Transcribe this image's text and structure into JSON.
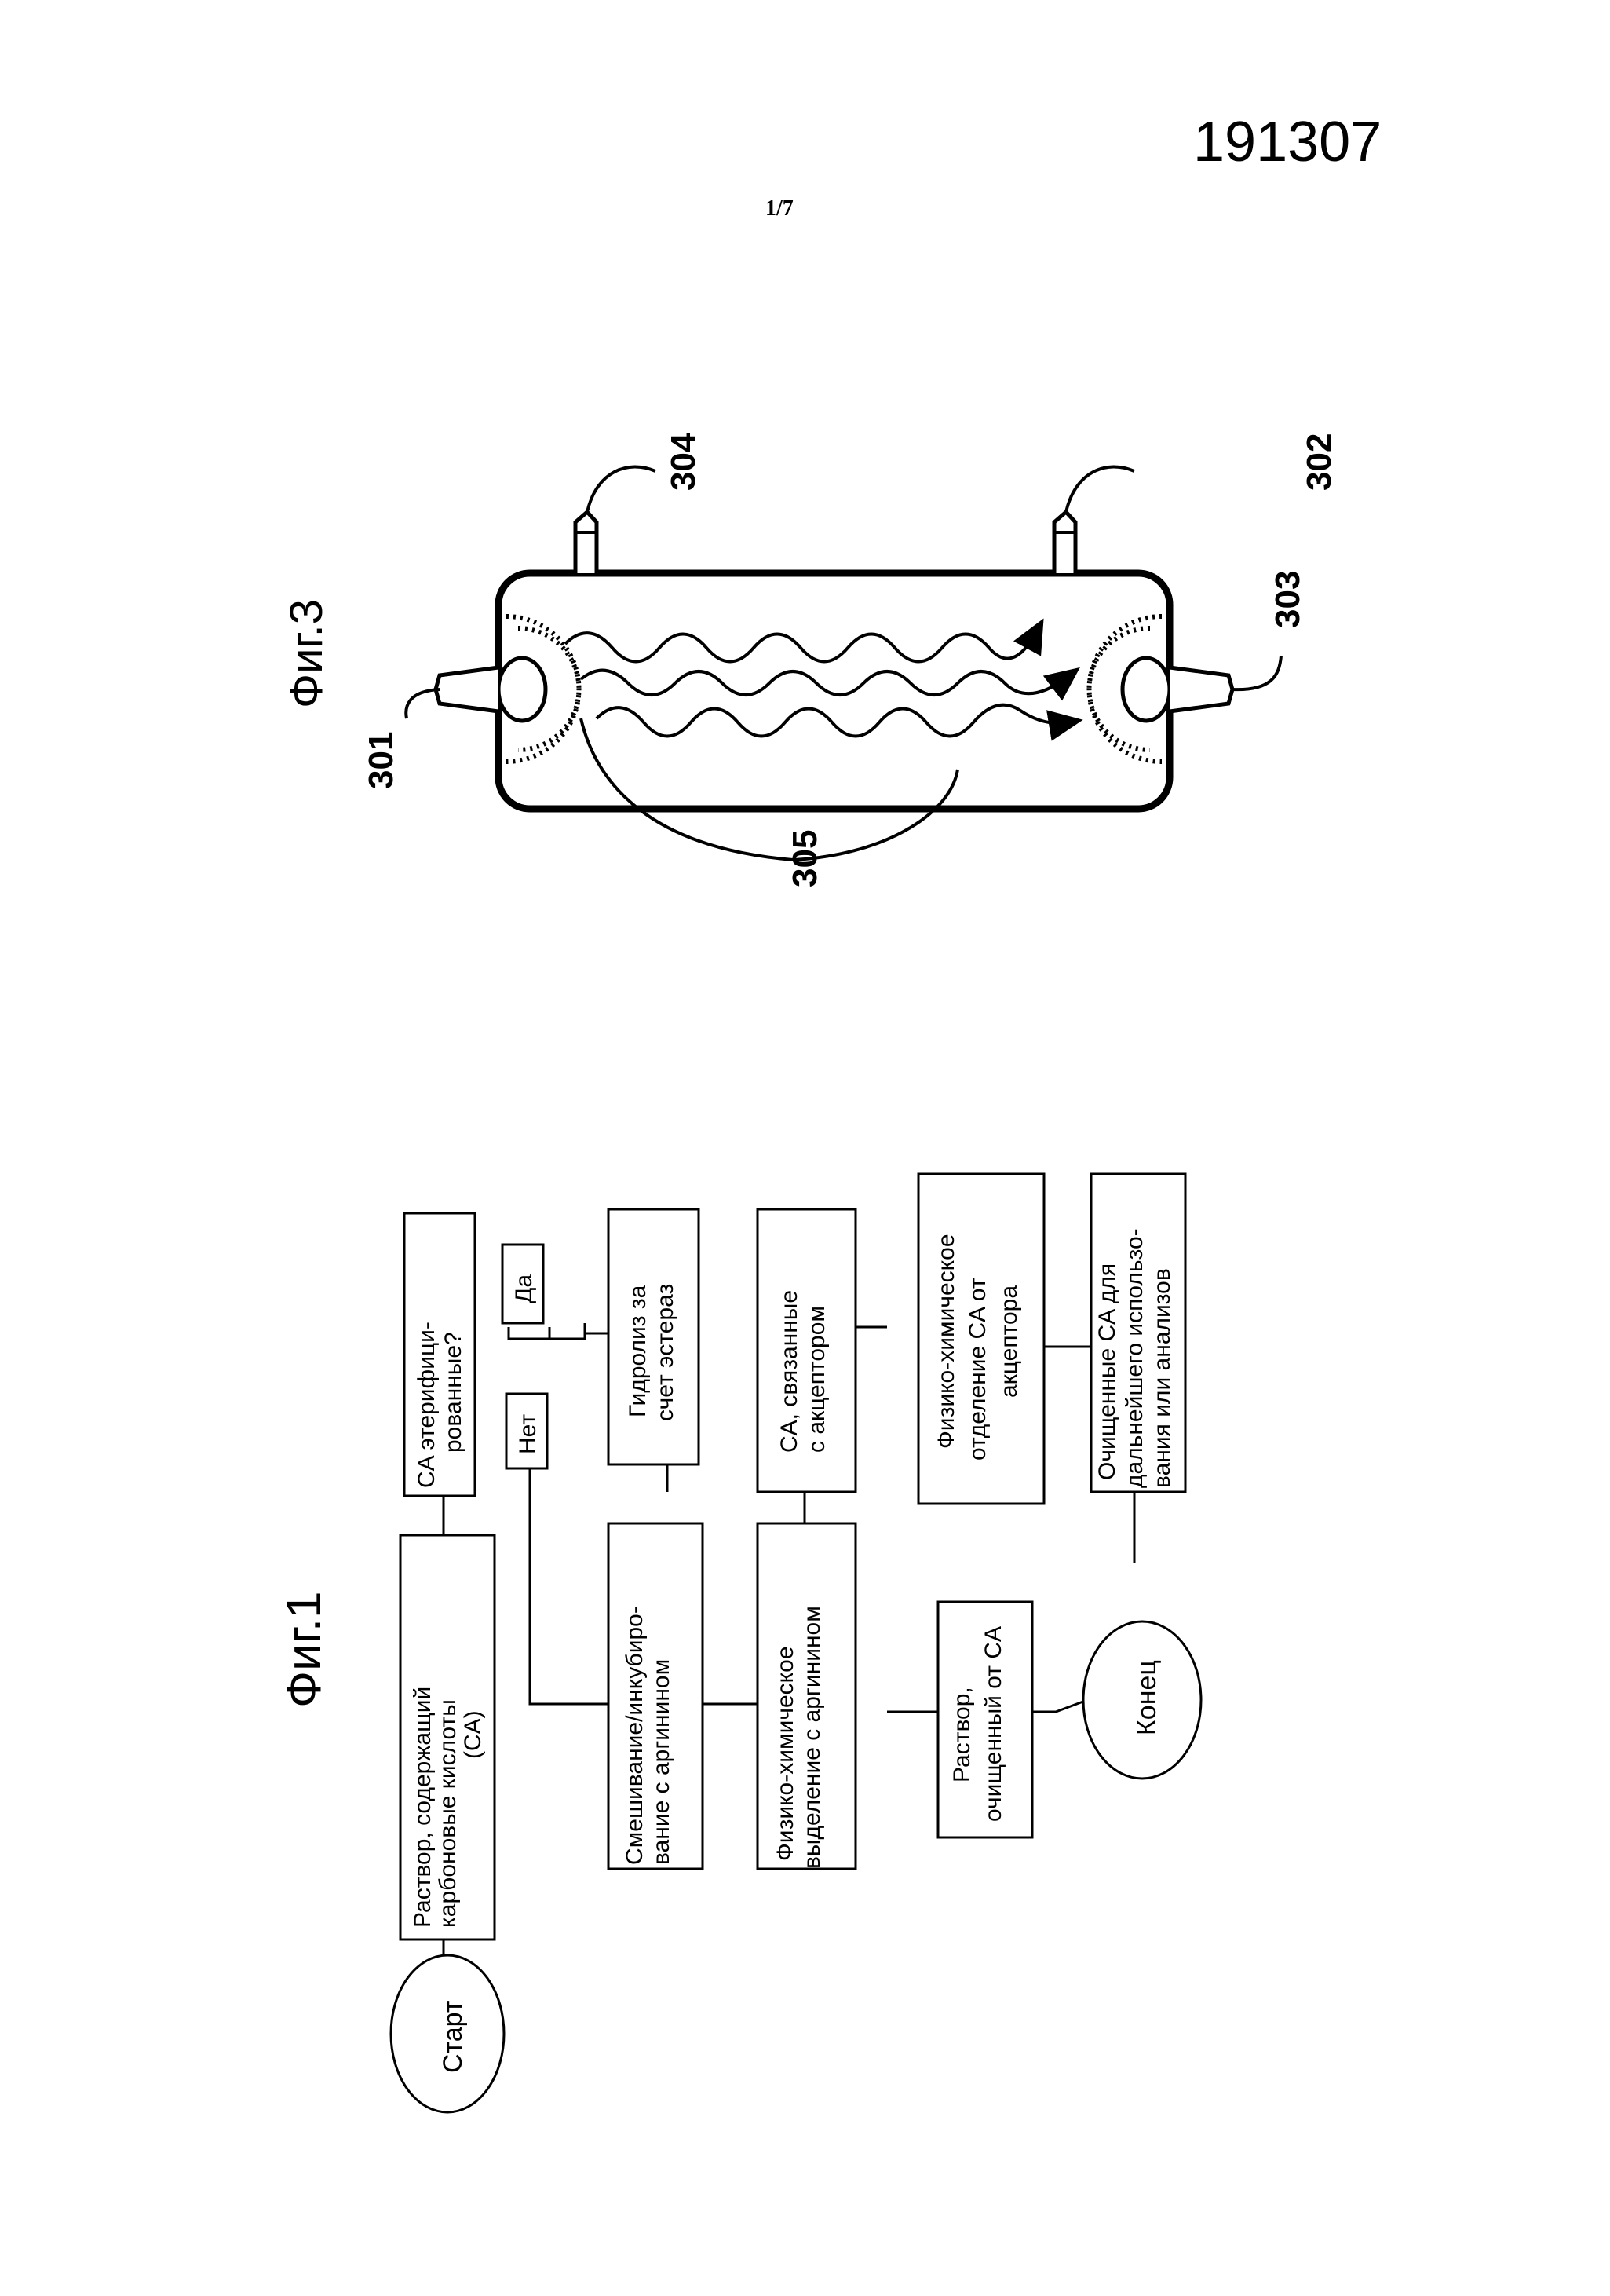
{
  "header": {
    "doc_number": "191307",
    "sheet": "1/7"
  },
  "fig1": {
    "caption": "Фиг.1",
    "start": "Старт",
    "end": "Конец",
    "box_solution": [
      "Раствор, содержащий",
      "карбоновые кислоты",
      "(CA)"
    ],
    "box_question": [
      "CA этерифици-",
      "рованные?"
    ],
    "yes": "Да",
    "no": "Нет",
    "box_hydrolysis": [
      "Гидролиз за",
      "счет эстераз"
    ],
    "box_mixing": [
      "Смешивание/инкубиро-",
      "вание с аргинином"
    ],
    "box_phys_sep": [
      "Физико-химическое",
      "выделение с аргинином"
    ],
    "box_bound": [
      "CA, связанные",
      "с акцептором"
    ],
    "box_acceptor_sep": [
      "Физико-химическое",
      "отделение CA от",
      "акцептора"
    ],
    "box_purified": [
      "Очищенные CA для",
      "дальнейшего использо-",
      "вания или анализов"
    ],
    "box_cleaned": [
      "Раствор,",
      "очищенный от CA"
    ]
  },
  "fig3": {
    "caption": "Фиг.3",
    "labels": {
      "l301": "301",
      "l302": "302",
      "l303": "303",
      "l304": "304",
      "l305": "305"
    }
  }
}
